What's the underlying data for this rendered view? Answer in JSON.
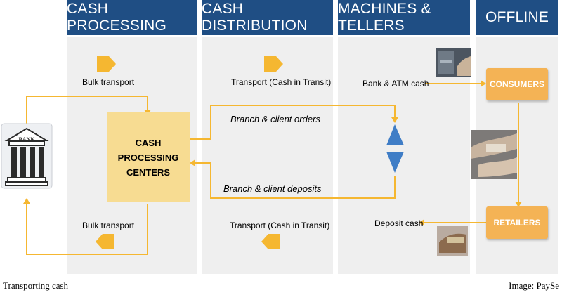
{
  "headers": [
    "CASH PROCESSING",
    "CASH DISTRIBUTION",
    "MACHINES & TELLERS",
    "OFFLINE"
  ],
  "bank_label": "BANK",
  "processing_center": {
    "line1": "CASH",
    "line2": "PROCESSING",
    "line3": "CENTERS"
  },
  "labels": {
    "bulk_transport_top": "Bulk transport",
    "bulk_transport_bottom": "Bulk transport",
    "transport_top": "Transport (Cash in Transit)",
    "transport_bottom": "Transport (Cash in Transit)",
    "branch_orders": "Branch & client orders",
    "branch_deposits": "Branch & client deposits",
    "bank_atm_cash": "Bank & ATM cash",
    "deposit_cash": "Deposit cash"
  },
  "offline": {
    "consumers": "CONSUMERS",
    "retailers": "RETAILERS"
  },
  "caption": {
    "left": "Transporting cash",
    "right": "Image: PaySe"
  },
  "icons": [
    "bank-building-icon",
    "atm-photo-icon",
    "cash-exchange-photo-icon",
    "cash-deposit-photo-icon",
    "bidirectional-arrow-icon",
    "transport-marker-icon"
  ],
  "colors": {
    "header": "#1f4e84",
    "flow": "#f5b731",
    "process_box": "#f7dc92",
    "offline_box": "#f4b355",
    "triangle": "#3f7dc6"
  }
}
